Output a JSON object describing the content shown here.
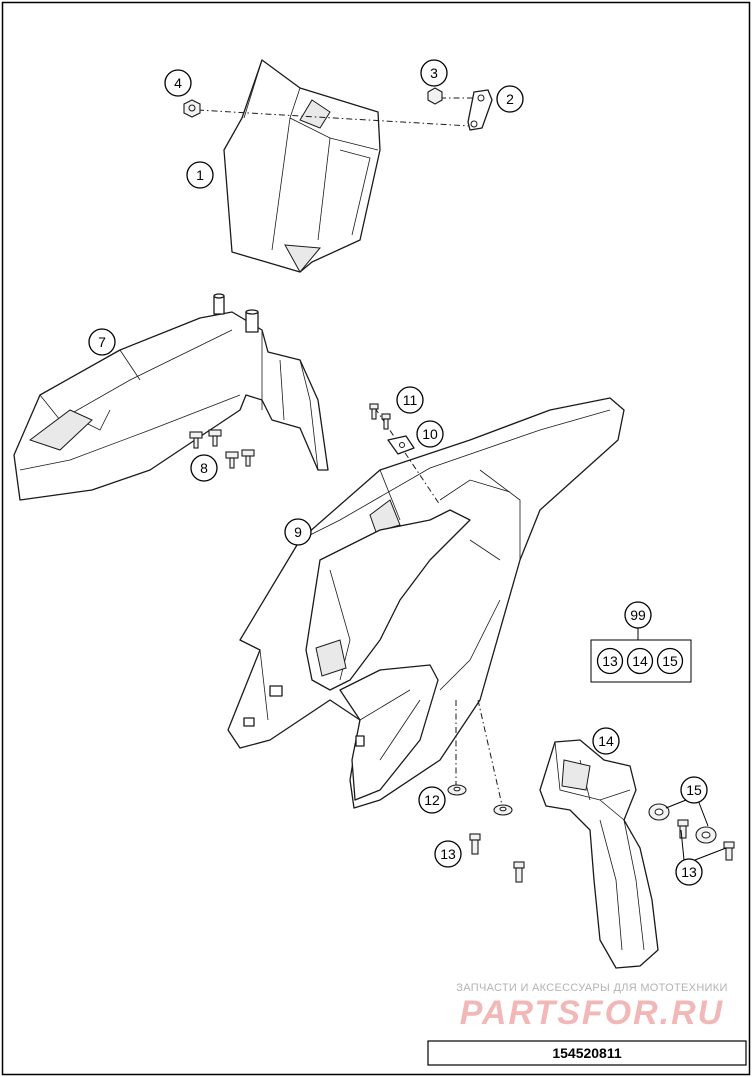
{
  "callouts": {
    "c1": "1",
    "c2": "2",
    "c3": "3",
    "c4": "4",
    "c7": "7",
    "c8": "8",
    "c9": "9",
    "c10": "10",
    "c11": "11",
    "c12": "12",
    "c13a": "13",
    "c13b": "13",
    "c14": "14",
    "c15": "15"
  },
  "kit": {
    "label": "99",
    "items": [
      "13",
      "14",
      "15"
    ]
  },
  "watermark": {
    "tagline": "ЗАПЧАСТИ И АКСЕССУАРЫ ДЛЯ МОТОТЕХНИКИ",
    "brand": "PARTSFOR.RU"
  },
  "footer": {
    "drawing_number": "154520811"
  },
  "colors": {
    "line": "#1a1a1a",
    "watermark_tagline": "#b3b3b3",
    "watermark_brand": "#f2b8b8"
  }
}
